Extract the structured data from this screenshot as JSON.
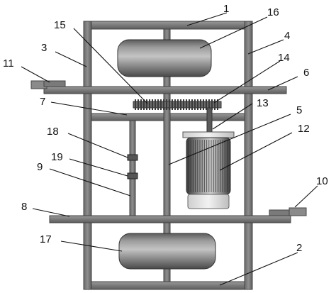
{
  "labels": {
    "l1": "1",
    "l2": "2",
    "l3": "3",
    "l4": "4",
    "l5": "5",
    "l6": "6",
    "l7": "7",
    "l8": "8",
    "l9": "9",
    "l10": "10",
    "l11": "11",
    "l12": "12",
    "l13": "13",
    "l14": "14",
    "l15": "15",
    "l16": "16",
    "l17": "17",
    "l18": "18",
    "l19": "19"
  },
  "colors": {
    "frame": "#7b7b7b",
    "frame_edge": "#555555",
    "frame_light": "#a9a9a9",
    "background": "#ffffff",
    "leader": "#111111"
  },
  "icons": {
    "upper_drum": "rounded-cylinder",
    "lower_drum": "rounded-cylinder",
    "motor": "finned-cylinder-motor",
    "gear": "toothed-rack"
  }
}
